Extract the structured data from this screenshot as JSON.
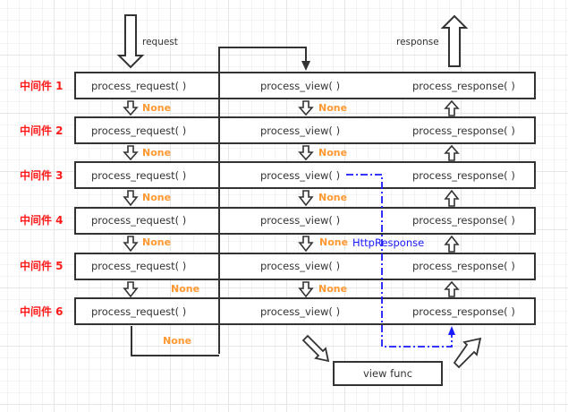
{
  "labels": {
    "request": "request",
    "response": "response",
    "http_response": "HttpResponse",
    "view_func": "view func"
  },
  "middlewares": [
    {
      "name": "中间件 1",
      "process_request": "process_request( )",
      "process_view": "process_view( )",
      "process_response": "process_response( )"
    },
    {
      "name": "中间件 2",
      "process_request": "process_request( )",
      "process_view": "process_view( )",
      "process_response": "process_response( )"
    },
    {
      "name": "中间件 3",
      "process_request": "process_request( )",
      "process_view": "process_view( )",
      "process_response": "process_response( )"
    },
    {
      "name": "中间件 4",
      "process_request": "process_request( )",
      "process_view": "process_view( )",
      "process_response": "process_response( )"
    },
    {
      "name": "中间件 5",
      "process_request": "process_request( )",
      "process_view": "process_view( )",
      "process_response": "process_response( )"
    },
    {
      "name": "中间件 6",
      "process_request": "process_request( )",
      "process_view": "process_view( )",
      "process_response": "process_response( )"
    }
  ],
  "request_returns": [
    "None",
    "None",
    "None",
    "None",
    "None",
    "None"
  ],
  "view_returns": [
    "None",
    "None",
    "None",
    "None",
    "None"
  ],
  "colors": {
    "middleware_label": "#ff1a1a",
    "none_label": "#ff9933",
    "http_response": "#1a1aff",
    "stroke": "#333333"
  }
}
